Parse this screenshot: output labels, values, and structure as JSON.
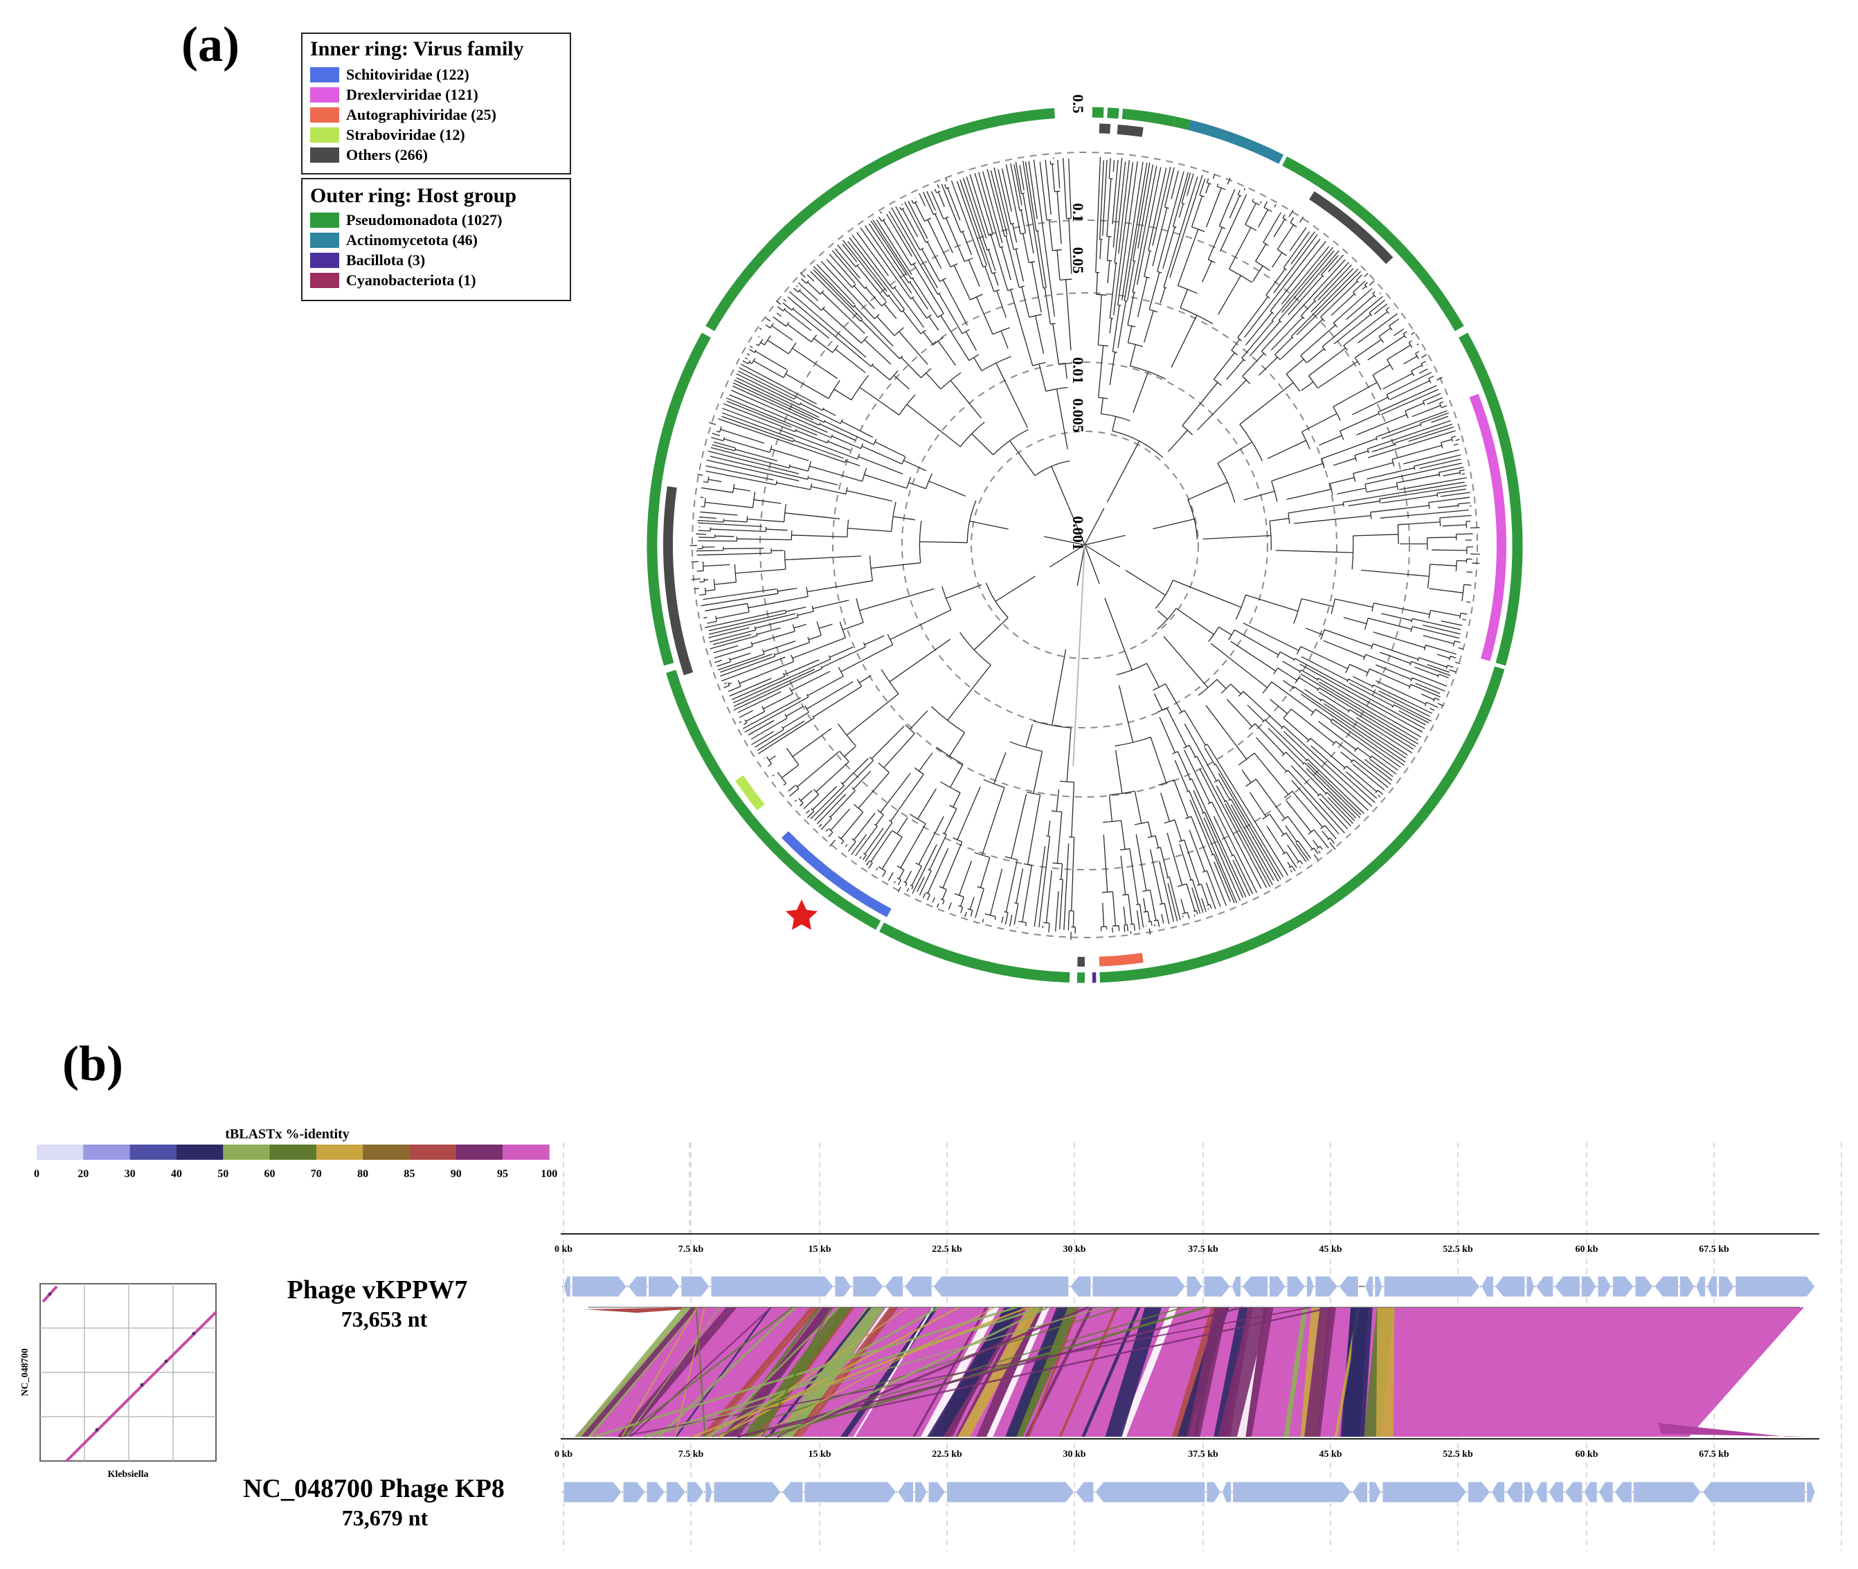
{
  "panel_a": {
    "label": "(a)",
    "inner_legend": {
      "title": "Inner ring: Virus family",
      "items": [
        {
          "label": "Schitoviridae (122)",
          "color": "#4f70e3"
        },
        {
          "label": "Drexlerviridae (121)",
          "color": "#e05ce0"
        },
        {
          "label": "Autographiviridae (25)",
          "color": "#ef6a4f"
        },
        {
          "label": "Straboviridae (12)",
          "color": "#b9e655"
        },
        {
          "label": "Others (266)",
          "color": "#4a4a4a"
        }
      ]
    },
    "outer_legend": {
      "title": "Outer ring: Host group",
      "items": [
        {
          "label": "Pseudomonadota (1027)",
          "color": "#2e9a3c"
        },
        {
          "label": "Actinomycetota (46)",
          "color": "#2f84a0"
        },
        {
          "label": "Bacillota (3)",
          "color": "#4b2f9a"
        },
        {
          "label": "Cyanobacteriota (1)",
          "color": "#9c2e5e"
        }
      ]
    },
    "scale_labels": [
      "0.5",
      "0.1",
      "0.05",
      "0.01",
      "0.005",
      "0.001"
    ]
  },
  "panel_b": {
    "label": "(b)",
    "colorbar": {
      "title": "tBLASTx %-identity",
      "ticks": [
        "0",
        "20",
        "30",
        "40",
        "50",
        "60",
        "70",
        "80",
        "85",
        "90",
        "95",
        "100"
      ],
      "colors": [
        "#dcdcf6",
        "#9a98e2",
        "#4f4fa8",
        "#2d2a66",
        "#8fae5a",
        "#5e7a2e",
        "#c9a640",
        "#8a6a2e",
        "#b04a48",
        "#7a2f6e",
        "#d05cc0"
      ]
    },
    "axis_ticks": [
      "0 kb",
      "7.5 kb",
      "15 kb",
      "22.5 kb",
      "30 kb",
      "37.5 kb",
      "45 kb",
      "52.5 kb",
      "60 kb",
      "67.5 kb"
    ],
    "genome1": {
      "name": "Phage vKPPW7",
      "length": "73,653 nt"
    },
    "genome2": {
      "name": "NC_048700 Phage KP8",
      "length": "73,679 nt"
    },
    "dotplot": {
      "xlabel": "Klebsiella",
      "ylabel": "NC_048700"
    }
  }
}
